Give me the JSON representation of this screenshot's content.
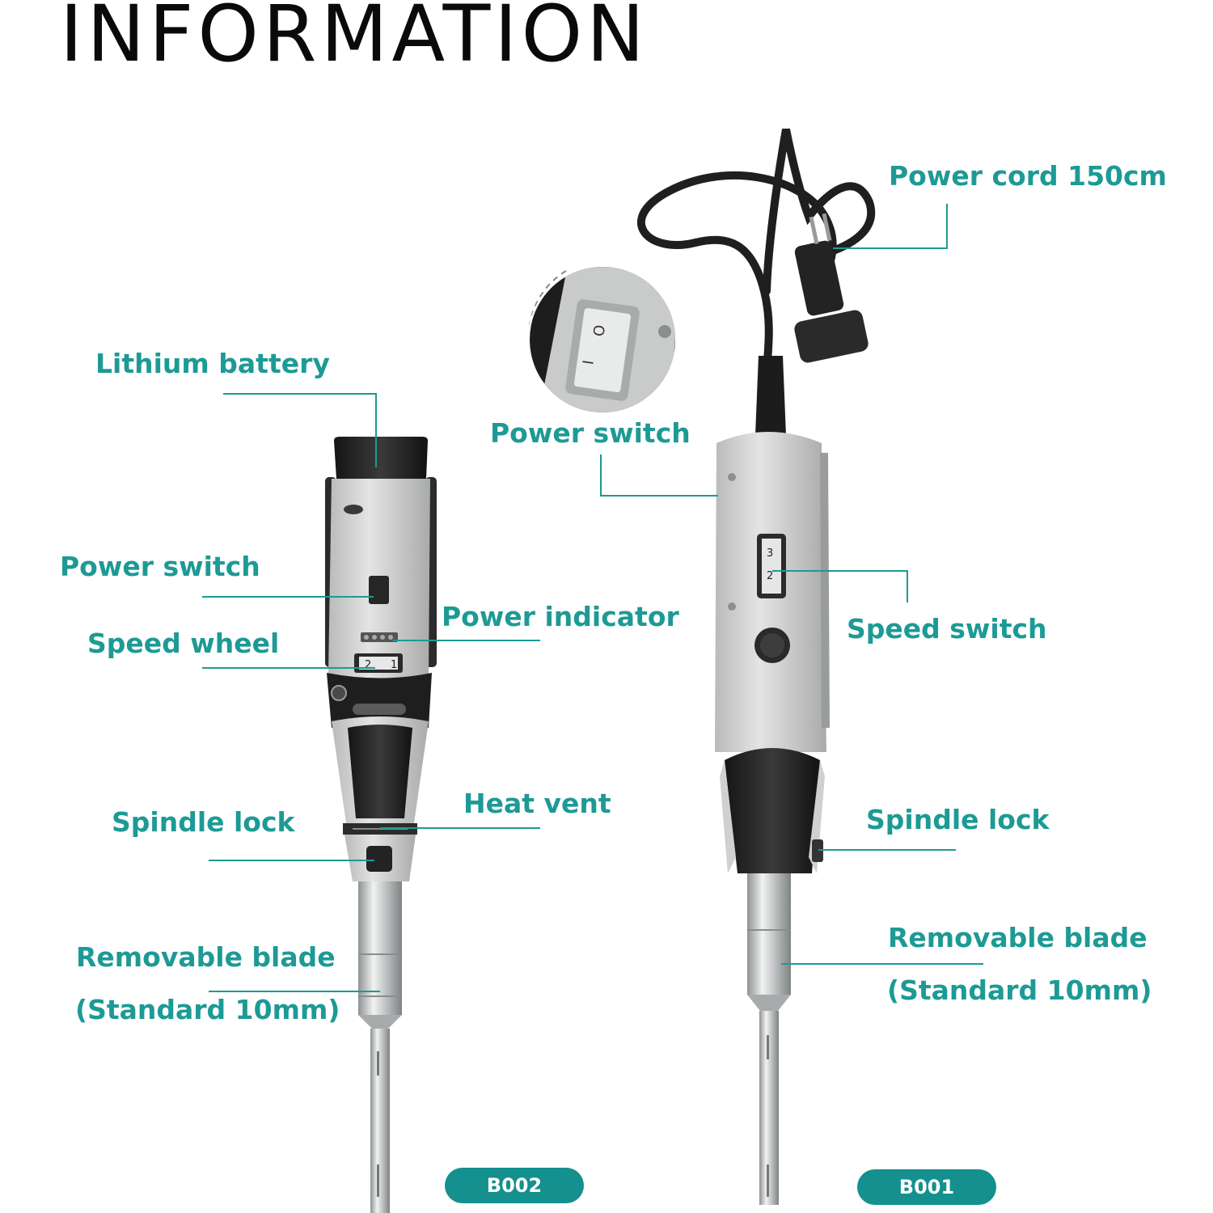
{
  "title": "INFORMATION",
  "labels": {
    "lithium_battery": "Lithium battery",
    "power_switch_left": "Power switch",
    "power_indicator": "Power indicator",
    "speed_wheel": "Speed wheel",
    "heat_vent": "Heat vent",
    "spindle_lock_left": "Spindle lock",
    "removable_blade_left": "Removable blade",
    "standard_left": "(Standard 10mm)",
    "power_cord": "Power cord 150cm",
    "power_switch_right": "Power switch",
    "speed_switch": "Speed switch",
    "spindle_lock_right": "Spindle lock",
    "removable_blade_right": "Removable blade",
    "standard_right": "(Standard 10mm)"
  },
  "device_markings": {
    "left_wheel_numbers": [
      "2",
      "1"
    ],
    "right_switch_numbers": [
      "3",
      "2"
    ],
    "rocker_symbols": [
      "O",
      "I"
    ]
  },
  "models": {
    "left": "B002",
    "right": "B001"
  },
  "colors": {
    "accent": "#1d9a95",
    "badge": "#14908e",
    "body_gray": "#d4d6d5",
    "dark": "#222222",
    "steel": "#c9cccc"
  }
}
